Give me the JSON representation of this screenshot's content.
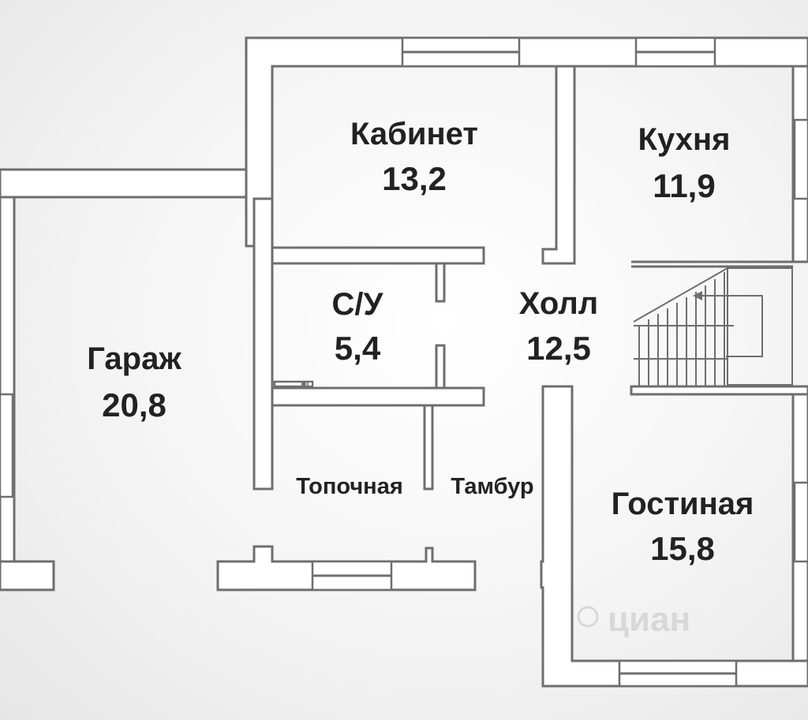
{
  "rooms": {
    "cabinet": {
      "name": "Кабинет",
      "area": "13,2"
    },
    "kitchen": {
      "name": "Кухня",
      "area": "11,9"
    },
    "bathroom": {
      "name": "С/У",
      "area": "5,4"
    },
    "hall": {
      "name": "Холл",
      "area": "12,5"
    },
    "garage": {
      "name": "Гараж",
      "area": "20,8"
    },
    "living": {
      "name": "Гостиная",
      "area": "15,8"
    },
    "boiler": {
      "name": "Топочная"
    },
    "vestibule": {
      "name": "Тамбур"
    }
  },
  "watermark": {
    "text": "циан"
  },
  "colors": {
    "wall": "#6e6e6e",
    "text": "#222222",
    "background": "#f4f4f4"
  }
}
